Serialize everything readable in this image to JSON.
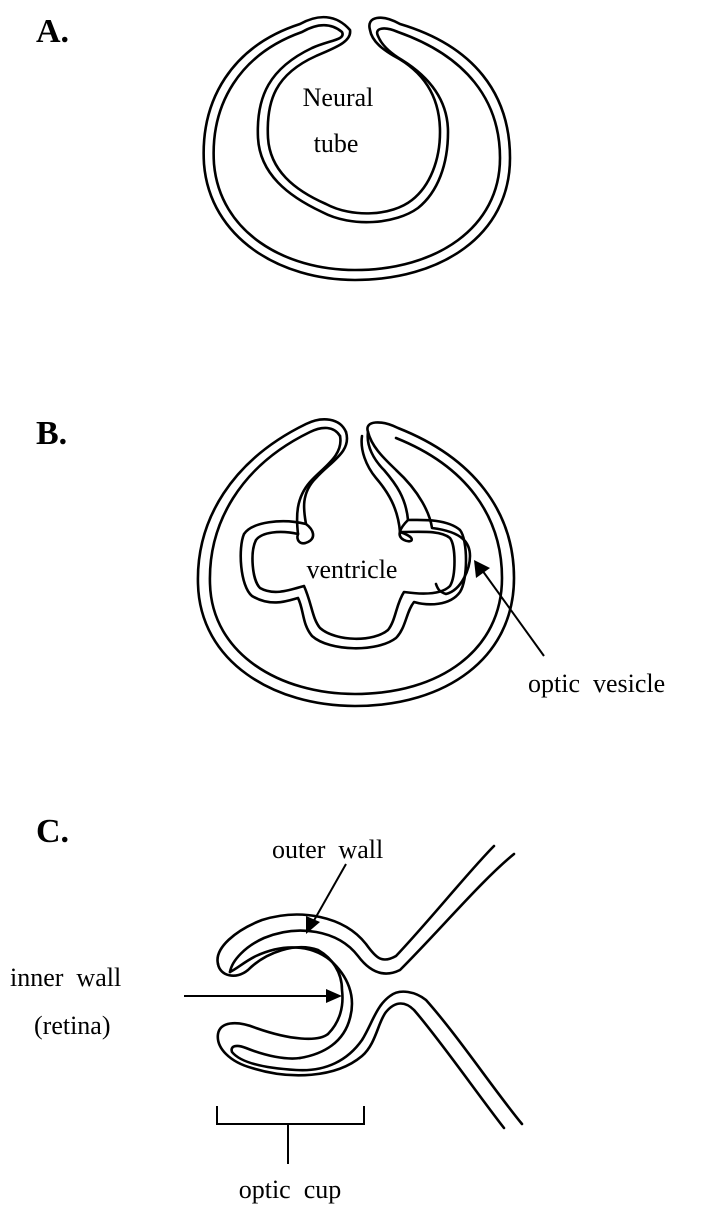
{
  "panels": {
    "a": {
      "letter": "A.",
      "lumen_label_line1": "Neural",
      "lumen_label_line2": "tube"
    },
    "b": {
      "letter": "B.",
      "ventricle_label": "ventricle",
      "vesicle_label": "optic  vesicle"
    },
    "c": {
      "letter": "C.",
      "outer_wall_label": "outer  wall",
      "inner_wall_label_line1": "inner  wall",
      "inner_wall_label_line2": "(retina)",
      "cup_label": "optic  cup"
    }
  },
  "colors": {
    "line": "#000000",
    "background": "#ffffff"
  }
}
